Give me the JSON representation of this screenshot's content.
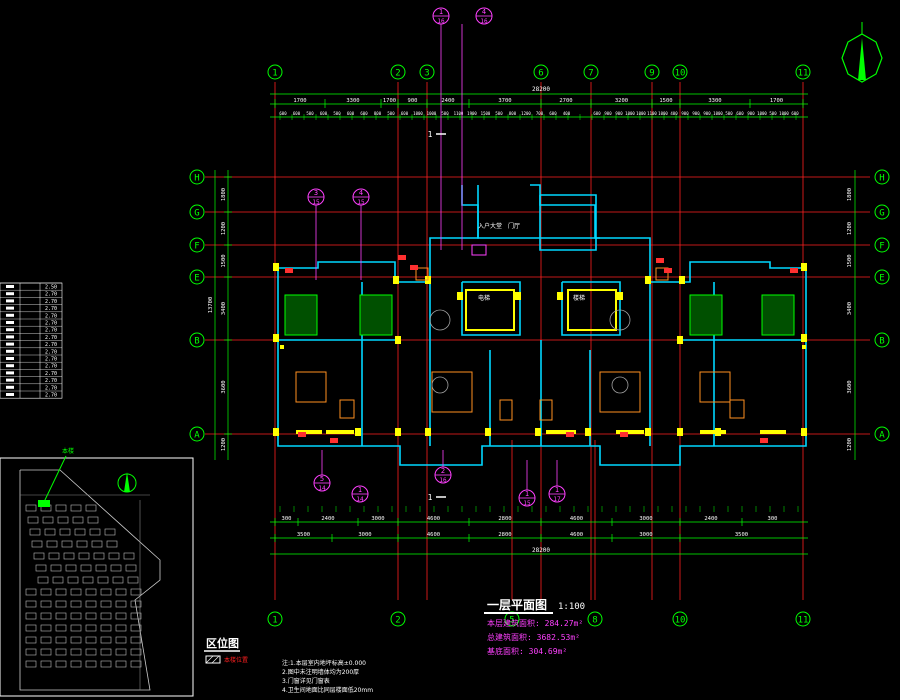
{
  "drawing": {
    "grid_cols_top": [
      "1",
      "2",
      "3",
      "6",
      "7",
      "9",
      "10",
      "11"
    ],
    "grid_cols_bottom": [
      "1",
      "2",
      "5",
      "8",
      "10",
      "11"
    ],
    "grid_rows": [
      "H",
      "G",
      "F",
      "E",
      "B",
      "A"
    ],
    "top_dims_row1": [
      "1700",
      "3300",
      "1700",
      "900",
      "2400",
      "3700",
      "2700",
      "3200",
      "1500",
      "3300",
      "1700"
    ],
    "top_total": "28200",
    "bottom_dims_row1": [
      "300",
      "2400",
      "3000",
      "4600",
      "2800",
      "4600",
      "3000",
      "2400",
      "300"
    ],
    "bottom_dims_row2": [
      "3500",
      "3000",
      "4600",
      "2800",
      "4600",
      "3000",
      "3500"
    ],
    "bottom_total": "28200",
    "left_dims": [
      "1800",
      "1200",
      "1500",
      "3400",
      "3600",
      "1200"
    ],
    "left_total": "13700",
    "section_tags": [
      {
        "num": "1",
        "sheet": "16"
      },
      {
        "num": "4",
        "sheet": "16"
      },
      {
        "num": "3",
        "sheet": "15"
      },
      {
        "num": "4",
        "sheet": "15"
      },
      {
        "num": "5",
        "sheet": "14"
      },
      {
        "num": "1",
        "sheet": "14"
      },
      {
        "num": "2",
        "sheet": "16"
      },
      {
        "num": "1",
        "sheet": "15"
      },
      {
        "num": "1",
        "sheet": "17"
      }
    ],
    "section_marks": [
      "1",
      "1"
    ],
    "room_labels": [
      "入户大堂",
      "电梯",
      "楼梯",
      "门厅"
    ],
    "title": "一层平面图",
    "scale": "1:100",
    "area_lines": [
      {
        "label": "本层建筑面积:",
        "value": "284.27m²",
        "color": "#ff40ff"
      },
      {
        "label": "总建筑面积:",
        "value": "3682.53m²",
        "color": "#ff40ff"
      },
      {
        "label": "基底面积:",
        "value": "304.69m²",
        "color": "#ff40ff"
      }
    ],
    "notes": [
      "注:1.本层室内地坪标高±0.000",
      "2.图中未注明墙体均为200厚",
      "3.门窗详见门窗表",
      "4.卫生间地面比同层楼面低20mm"
    ]
  },
  "location_map": {
    "title": "区位图",
    "legend_label": "本楼位置",
    "marker_label": "本楼"
  },
  "table": {
    "rows": [
      [
        "",
        "",
        "2.50"
      ],
      [
        "",
        "",
        "2.70"
      ],
      [
        "",
        "",
        "2.70"
      ],
      [
        "",
        "",
        "2.70"
      ],
      [
        "",
        "",
        "2.70"
      ],
      [
        "",
        "",
        "2.70"
      ],
      [
        "",
        "",
        "2.70"
      ],
      [
        "",
        "",
        "2.70"
      ],
      [
        "",
        "",
        "2.70"
      ],
      [
        "",
        "",
        "2.70"
      ],
      [
        "",
        "",
        "2.70"
      ],
      [
        "",
        "",
        "2.70"
      ],
      [
        "",
        "",
        "2.70"
      ],
      [
        "",
        "",
        "2.70"
      ],
      [
        "",
        "",
        "2.70"
      ],
      [
        "",
        "",
        "2.70"
      ]
    ]
  },
  "colors": {
    "grid_red": "#ff2020",
    "dim_green": "#00ff00",
    "bubble_green": "#00ff00",
    "wall_cyan": "#00d8ff",
    "column_yellow": "#ffff00",
    "tag_magenta": "#ff40ff",
    "furniture_orange": "#ff9020",
    "text_white": "#ffffff"
  }
}
